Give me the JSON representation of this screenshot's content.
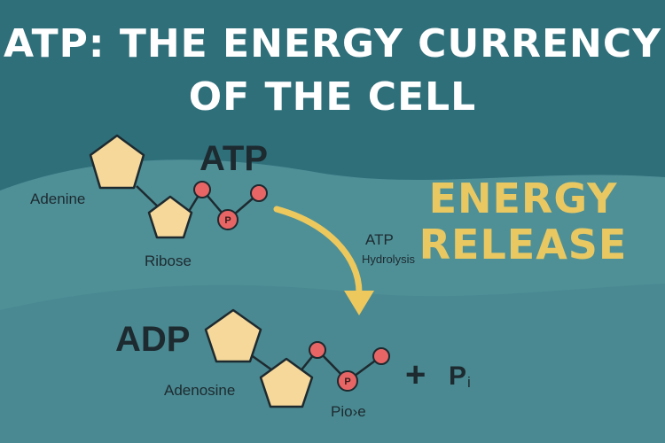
{
  "title": {
    "line1": "ATP: THE ENERGY CURRENCY",
    "line2": "OF THE CELL"
  },
  "atp": {
    "label": "ATP",
    "adenine_label": "Adenine",
    "ribose_label": "Ribose",
    "phosphate_label": "P"
  },
  "reaction": {
    "label_line1": "ATP",
    "label_line2": "Hydrolysis",
    "energy_line1": "ENERGY",
    "energy_line2": "RELEASE"
  },
  "adp": {
    "label": "ADP",
    "adenosine_label": "Adenosine",
    "phosphate_label": "P",
    "bottom_label": "Pio›e",
    "plus": "+",
    "pi_main": "P",
    "pi_sub": "i"
  },
  "colors": {
    "background_top": "#2f6f7a",
    "background_mid": "#4e8f96",
    "background_bottom": "#4a8a92",
    "pentagon_fill": "#f6d89a",
    "pentagon_stroke": "#1d2a30",
    "phosphate_fill": "#e86565",
    "arrow": "#edc85c",
    "energy_text": "#e9c862",
    "title_text": "#ffffff"
  },
  "icons": [
    "pentagon-sugar-icon",
    "phosphate-circle-icon",
    "curved-arrow-icon"
  ]
}
